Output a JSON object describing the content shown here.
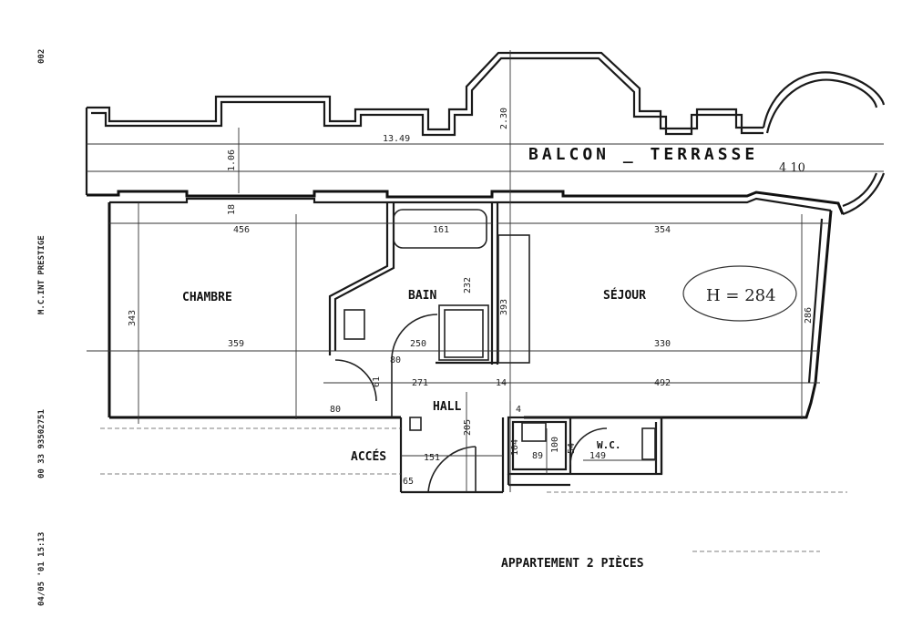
{
  "fax_header": {
    "page": "002",
    "sender": "M.C.INT PRESTIGE",
    "phone": "00 33 93502751",
    "datetime": "04/05 '01  15:13"
  },
  "rooms": {
    "bedroom": "CHAMBRE",
    "bathroom": "BAIN",
    "living": "SÉJOUR",
    "hall": "HALL",
    "entry": "ACCÉS",
    "wc": "W.C.",
    "balcony": "BALCON _ TERRASSE"
  },
  "annotations": {
    "ceiling_height": "H = 284",
    "title": "APPARTEMENT 2 PIÈCES",
    "stray_mark": "4 10"
  },
  "dimensions": {
    "balcony_length": "13.49",
    "balcony_depth": "1.06",
    "bay_depth": "2.30",
    "wall_18": "18",
    "bedroom_width_top": "456",
    "bath_tub": "161",
    "living_width_top": "354",
    "bedroom_depth": "343",
    "bedroom_width_mid": "359",
    "bath_width": "250",
    "living_width_mid": "330",
    "living_depth": "286",
    "bath_depth": "232",
    "bath_depth_2": "393",
    "hall_width": "271",
    "wall_14": "14",
    "living_width_low": "492",
    "door_61": "61",
    "door_80a": "80",
    "door_80b": "80",
    "hall_depth": "205",
    "storage_104": "104",
    "storage_89": "89",
    "storage_100": "100",
    "wc_54": "54",
    "wc_149": "149",
    "entry_151": "151",
    "entry_65": "65",
    "partition_4": "4"
  }
}
